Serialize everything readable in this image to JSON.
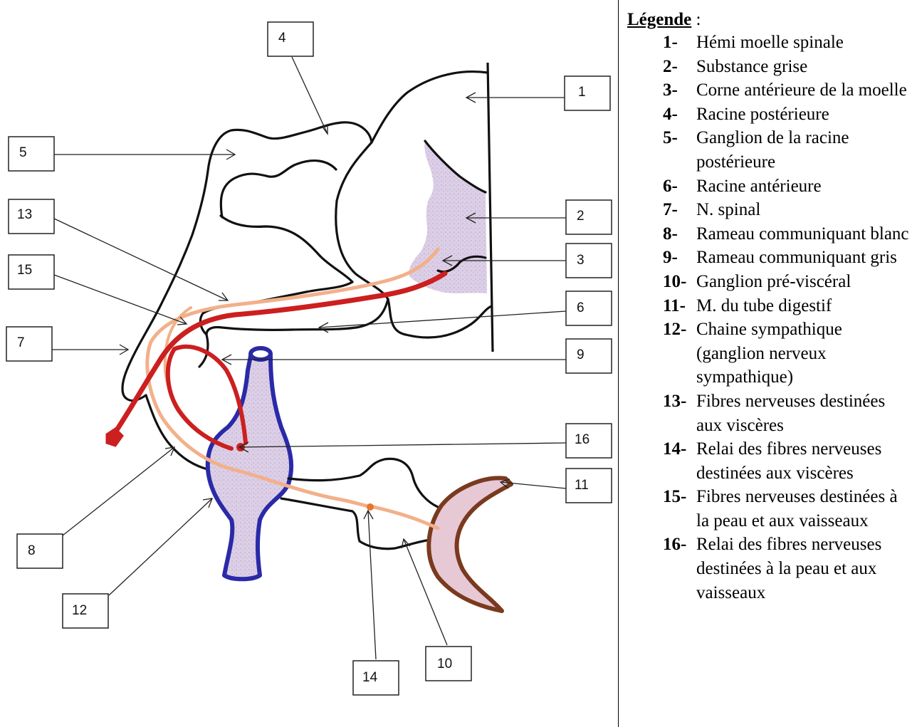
{
  "diagram": {
    "labels": [
      "1",
      "2",
      "3",
      "4",
      "5",
      "6",
      "7",
      "8",
      "9",
      "10",
      "11",
      "12",
      "13",
      "14",
      "15",
      "16"
    ],
    "colors": {
      "outline": "#111111",
      "grey_matter": "#dccfe6",
      "nerve_red": "#cc1f1f",
      "nerve_light": "#f2b08a",
      "sympathetic_chain": "#2a2aa8",
      "gut_wall": "#7a3a1e",
      "gut_fill": "#e7c9d6"
    }
  },
  "legend": {
    "title": "Légende",
    "title_suffix": " :",
    "items": [
      {
        "num": "1-",
        "text": "Hémi moelle spinale"
      },
      {
        "num": "2-",
        "text": "Substance grise"
      },
      {
        "num": "3-",
        "text": "Corne antérieure de la moelle"
      },
      {
        "num": "4-",
        "text": "Racine postérieure"
      },
      {
        "num": "5-",
        "text": "Ganglion de la racine postérieure"
      },
      {
        "num": "6-",
        "text": "Racine antérieure"
      },
      {
        "num": "7-",
        "text": "N. spinal"
      },
      {
        "num": "8-",
        "text": "Rameau communiquant blanc"
      },
      {
        "num": "9-",
        "text": "Rameau communiquant gris"
      },
      {
        "num": "10-",
        "text": "Ganglion pré-viscéral"
      },
      {
        "num": "11-",
        "text": "M. du tube digestif"
      },
      {
        "num": "12-",
        "text": "Chaine sympathique (ganglion nerveux sympathique)"
      },
      {
        "num": "13-",
        "text": "Fibres nerveuses destinées aux viscères"
      },
      {
        "num": "14-",
        "text": "Relai des fibres nerveuses destinées aux viscères"
      },
      {
        "num": "15-",
        "text": "Fibres nerveuses destinées à la peau et aux vaisseaux"
      },
      {
        "num": "16-",
        "text": "Relai des fibres nerveuses destinées à la peau et aux vaisseaux"
      }
    ]
  }
}
